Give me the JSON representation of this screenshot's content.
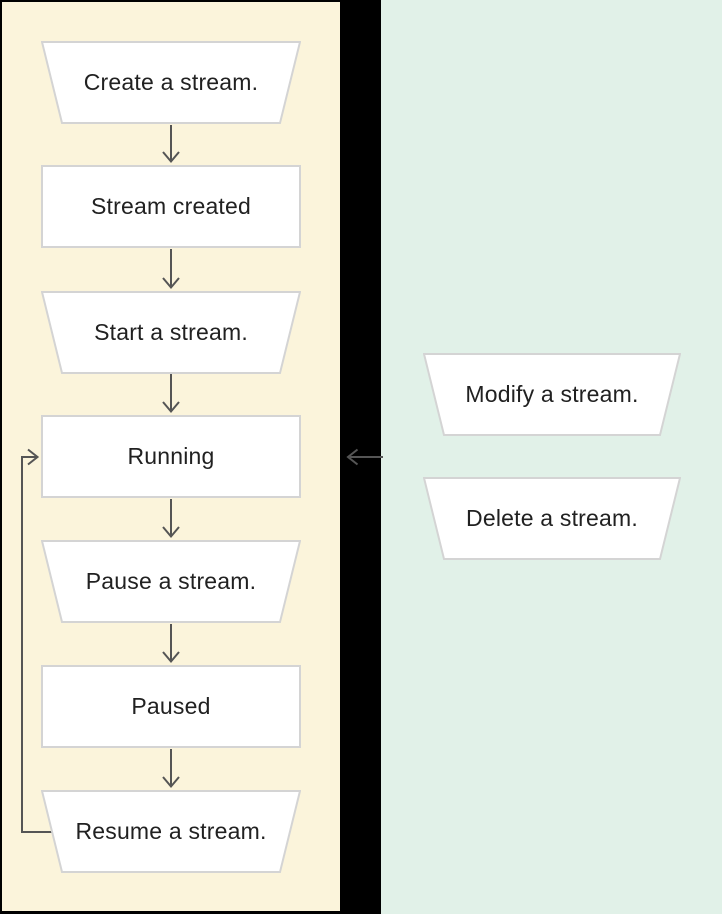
{
  "diagram": {
    "lifecycle_panel": {
      "nodes": [
        {
          "label": "Create a stream.",
          "shape": "trapezoid"
        },
        {
          "label": "Stream created",
          "shape": "rectangle"
        },
        {
          "label": "Start a stream.",
          "shape": "trapezoid"
        },
        {
          "label": "Running",
          "shape": "rectangle"
        },
        {
          "label": "Pause a stream.",
          "shape": "trapezoid"
        },
        {
          "label": "Paused",
          "shape": "rectangle"
        },
        {
          "label": "Resume a stream.",
          "shape": "trapezoid"
        }
      ]
    },
    "actions_panel": {
      "nodes": [
        {
          "label": "Modify a stream.",
          "shape": "trapezoid"
        },
        {
          "label": "Delete a stream.",
          "shape": "trapezoid"
        }
      ]
    },
    "edges": [
      {
        "from": "Create a stream.",
        "to": "Stream created"
      },
      {
        "from": "Stream created",
        "to": "Start a stream."
      },
      {
        "from": "Start a stream.",
        "to": "Running"
      },
      {
        "from": "Running",
        "to": "Pause a stream."
      },
      {
        "from": "Pause a stream.",
        "to": "Paused"
      },
      {
        "from": "Paused",
        "to": "Resume a stream."
      },
      {
        "from": "Resume a stream.",
        "to": "Running"
      },
      {
        "from": "Modify a stream. / Delete a stream.",
        "to": "Running"
      }
    ],
    "colors": {
      "lifecycle_panel_bg": "#FBF4DB",
      "actions_panel_bg": "#E1F1E8",
      "gap_bg": "#000000",
      "node_fill": "#FFFFFF",
      "node_border": "#D4D4D4",
      "arrow": "#555555",
      "text": "#212121"
    }
  }
}
